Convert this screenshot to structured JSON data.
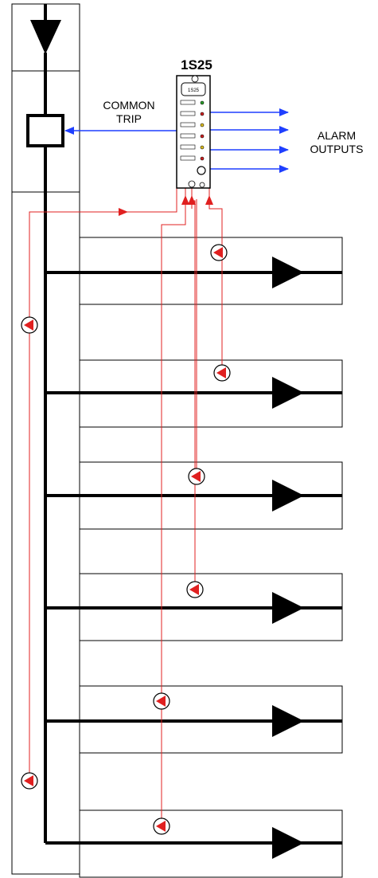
{
  "device": {
    "name": "1S25"
  },
  "labels": {
    "common_trip": [
      "COMMON",
      "TRIP"
    ],
    "alarm_outputs": [
      "ALARM",
      "OUTPUTS"
    ]
  },
  "colors": {
    "line": "#000000",
    "signal": "#e02020",
    "output": "#1f3fff",
    "sensor": "#e02020"
  },
  "branches": [
    {
      "id": 1
    },
    {
      "id": 2
    },
    {
      "id": 3
    },
    {
      "id": 4
    },
    {
      "id": 5
    },
    {
      "id": 6
    }
  ]
}
